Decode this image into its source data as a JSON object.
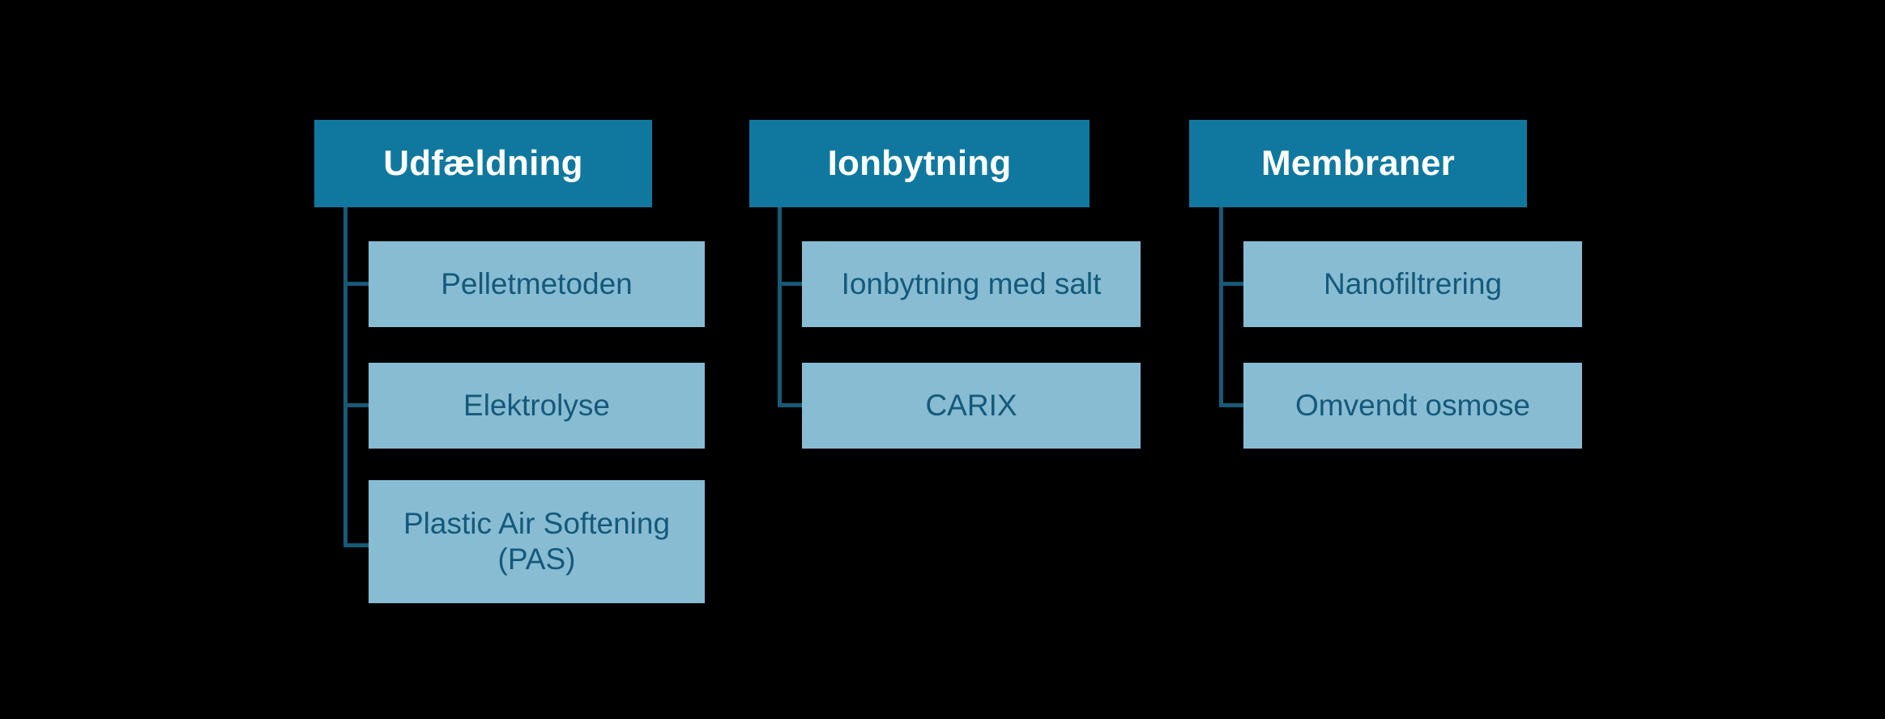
{
  "diagram": {
    "type": "tree-hierarchy",
    "orientation": "horizontal-columns",
    "background_color": "#000000",
    "colors": {
      "header_fill": "#10789F",
      "header_text": "#FFFFFF",
      "child_fill": "#87BCD3",
      "child_text": "#15597A",
      "connector": "#175A77"
    },
    "columns": [
      {
        "id": "udfaeldning",
        "header": "Udfældning",
        "children": [
          {
            "label": "Pelletmetoden"
          },
          {
            "label": "Elektrolyse"
          },
          {
            "label": "Plastic Air Softening\n(PAS)"
          }
        ]
      },
      {
        "id": "ionbytning",
        "header": "Ionbytning",
        "children": [
          {
            "label": "Ionbytning med salt"
          },
          {
            "label": "CARIX"
          }
        ]
      },
      {
        "id": "membraner",
        "header": "Membraner",
        "children": [
          {
            "label": "Nanofiltrering"
          },
          {
            "label": "Omvendt osmose"
          }
        ]
      }
    ]
  }
}
